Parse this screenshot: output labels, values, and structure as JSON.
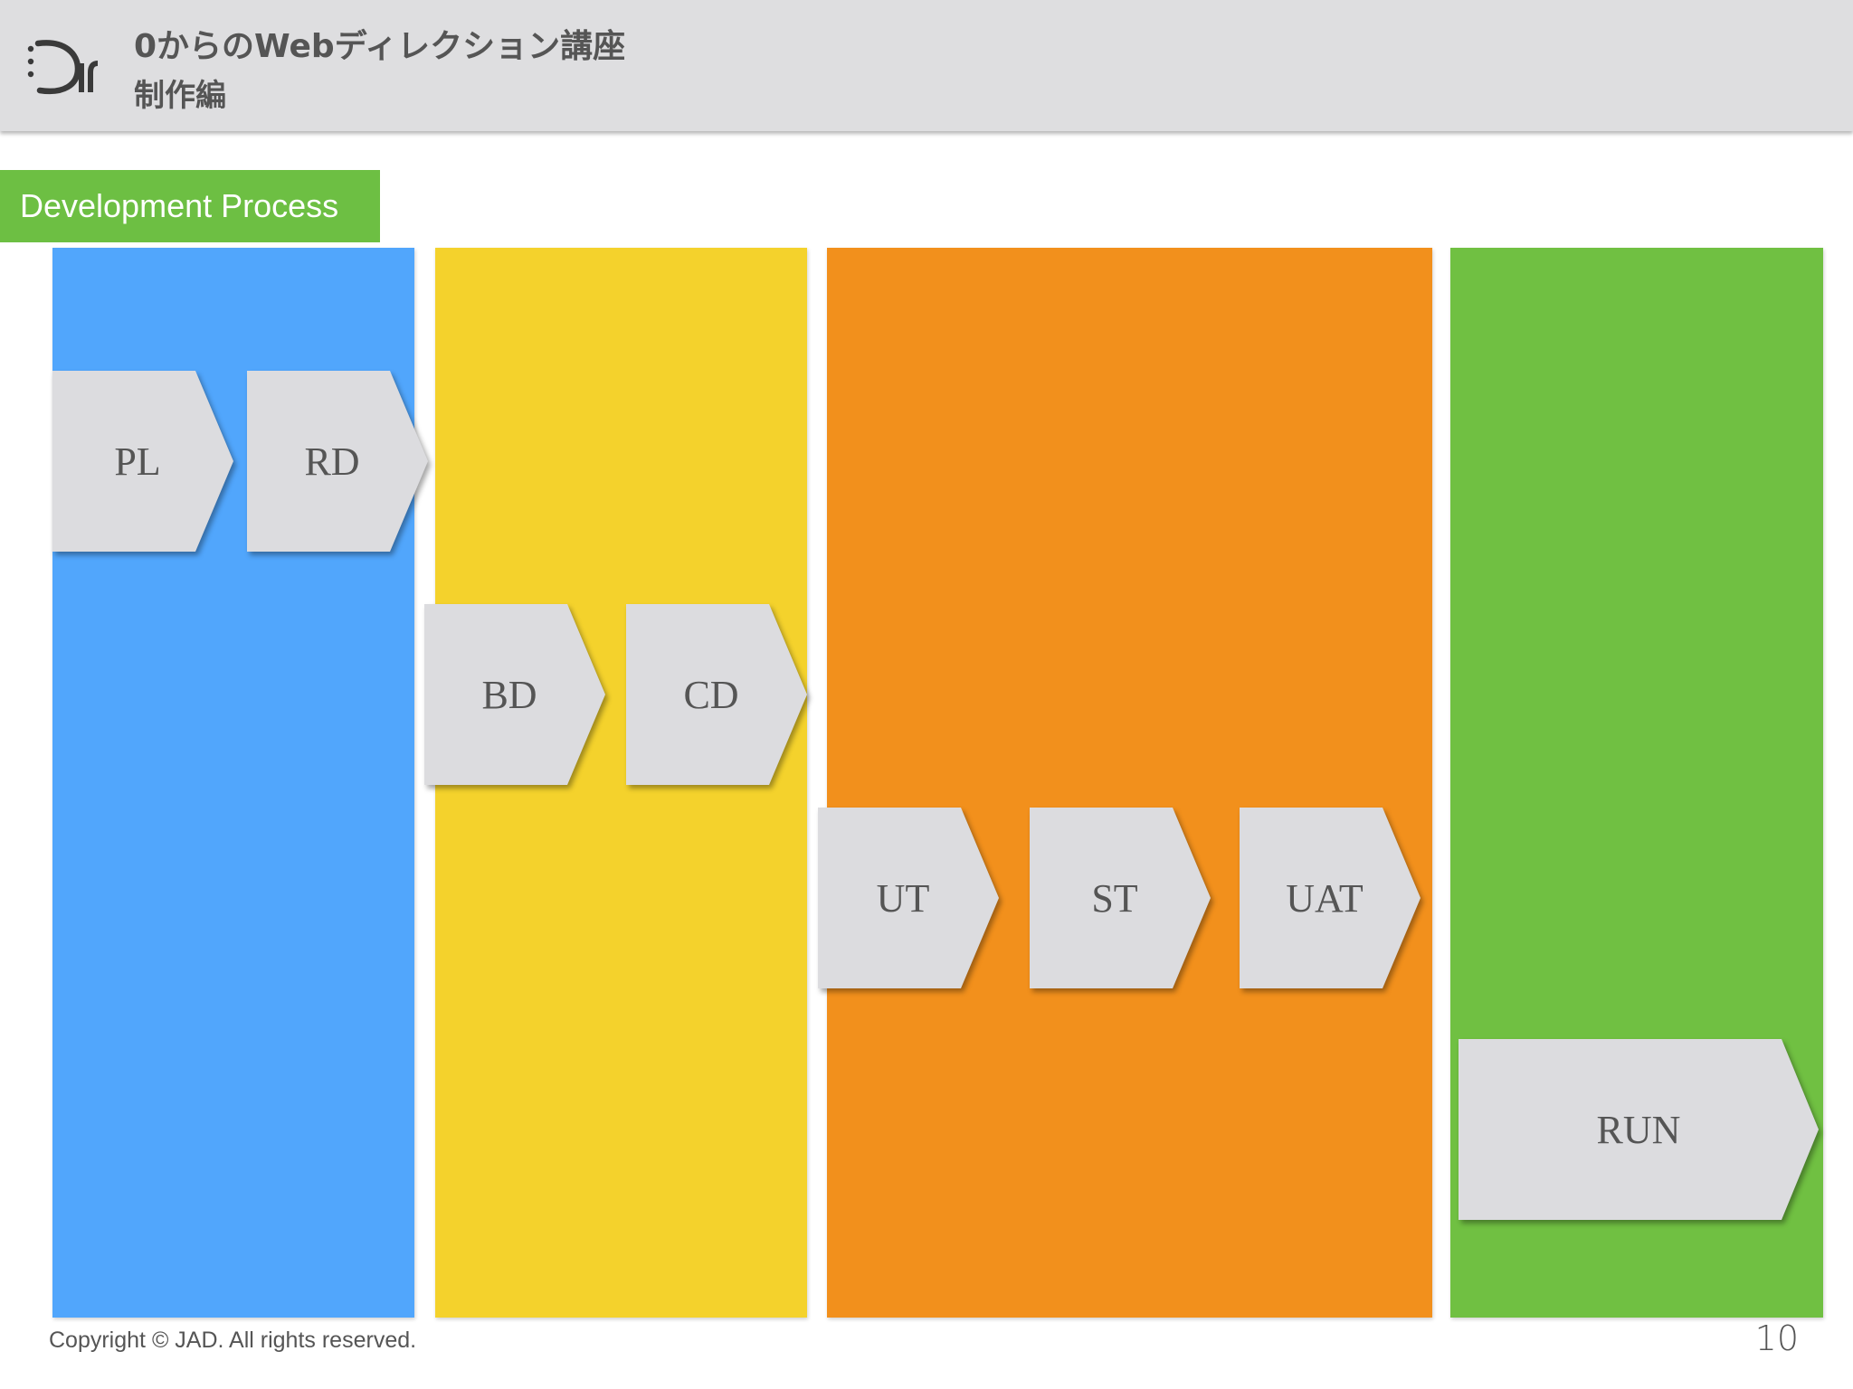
{
  "header": {
    "title": "0からのWebディレクション講座",
    "subtitle": "制作編",
    "logo_icon": "dir-logo-icon"
  },
  "section": {
    "label": "Development Process",
    "color": "#6dbf43"
  },
  "phases": [
    {
      "color": "#51a6fc",
      "steps": [
        "PL",
        "RD"
      ]
    },
    {
      "color": "#f4d22c",
      "steps": [
        "BD",
        "CD"
      ]
    },
    {
      "color": "#f2901c",
      "steps": [
        "UT",
        "ST",
        "UAT"
      ]
    },
    {
      "color": "#70c042",
      "steps": [
        "RUN"
      ]
    }
  ],
  "steps": {
    "pl": "PL",
    "rd": "RD",
    "bd": "BD",
    "cd": "CD",
    "ut": "UT",
    "st": "ST",
    "uat": "UAT",
    "run": "RUN"
  },
  "footer": {
    "copyright": "Copyright © JAD. All rights reserved.",
    "page_number": "10"
  }
}
